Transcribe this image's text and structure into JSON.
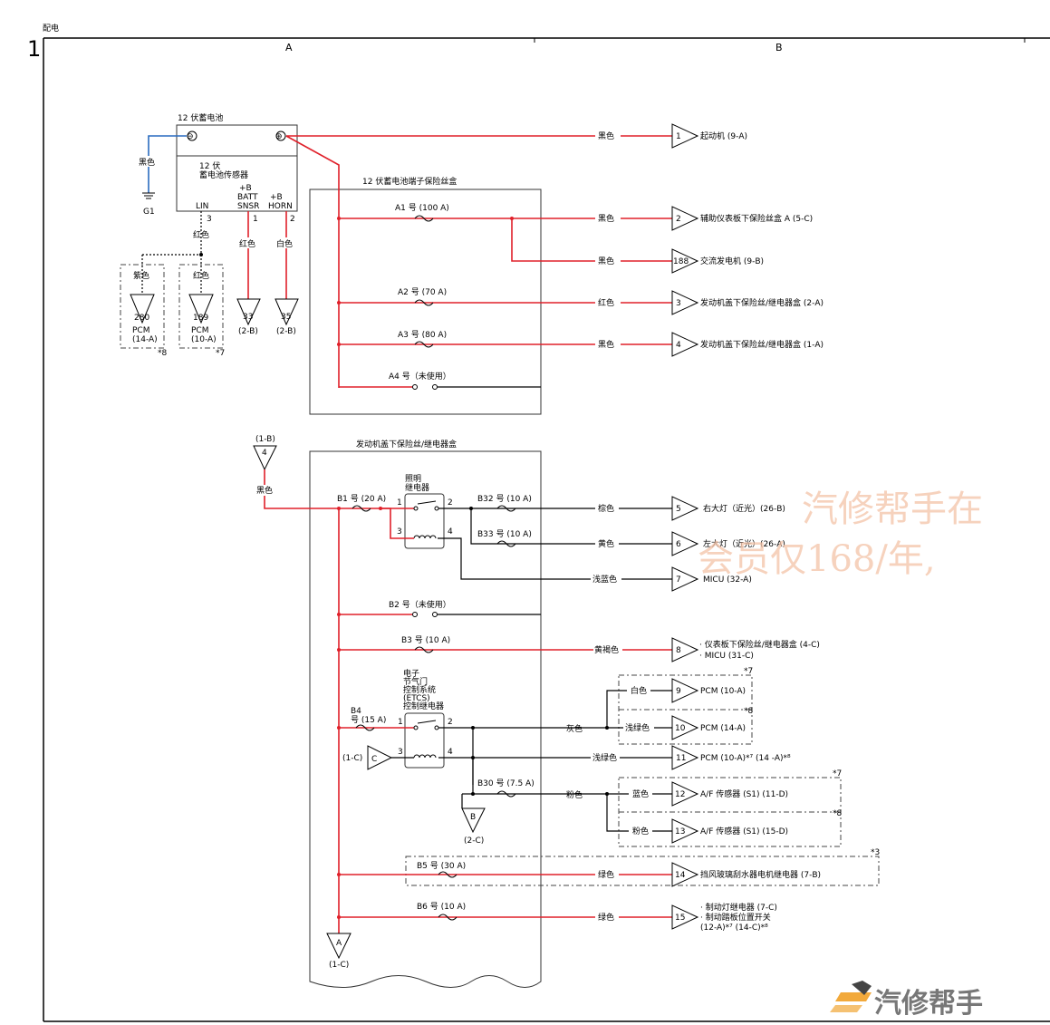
{
  "header": {
    "title": "配电",
    "page_number": "1",
    "col_a": "A",
    "col_b": "B"
  },
  "battery": {
    "title": "12 伏蓄电池",
    "sensor_line1": "12 伏",
    "sensor_line2": "蓄电池传感器",
    "neg": "⊖",
    "pos": "⊕",
    "pin_lin": "LIN",
    "pin_batt_1": "+B",
    "pin_batt_2": "BATT",
    "pin_batt_3": "SNSR",
    "pin_horn_1": "+B",
    "pin_horn_2": "HORN",
    "pin3": "3",
    "pin1": "1",
    "pin2": "2",
    "ground_wire": "黑色",
    "ground": "G1"
  },
  "battery_branches": {
    "lin_wire": "红色",
    "pcm280_wire": "紫色",
    "pcm280_num": "280",
    "pcm280_name": "PCM",
    "pcm280_ref": "(14-A)",
    "pcm280_note": "*8",
    "pcm189_wire": "红色",
    "pcm189_num": "189",
    "pcm189_name": "PCM",
    "pcm189_ref": "(10-A)",
    "pcm189_note": "*7",
    "c33_wire": "红色",
    "c33_num": "33",
    "c33_ref": "(2-B)",
    "c35_wire": "白色",
    "c35_num": "35",
    "c35_ref": "(2-B)"
  },
  "starter": {
    "wire": "黑色",
    "num": "1",
    "label": "起动机 (9-A)"
  },
  "terminal_box": {
    "title": "12 伏蓄电池端子保险丝盒",
    "a1": "A1 号 (100 A)",
    "a2": "A2 号 (70 A)",
    "a3": "A3 号 (80 A)",
    "a4": "A4 号（未使用）",
    "out2_wire": "黑色",
    "out2_num": "2",
    "out2_label": "辅助仪表板下保险丝盒 A (5-C)",
    "out188_wire": "黑色",
    "out188_num": "188",
    "out188_label": "交流发电机 (9-B)",
    "out3_wire": "红色",
    "out3_num": "3",
    "out3_label": "发动机盖下保险丝/继电器盒 (2-A)",
    "out4_wire": "黑色",
    "out4_num": "4",
    "out4_label": "发动机盖下保险丝/继电器盒 (1-A)"
  },
  "underhood_box": {
    "title": "发动机盖下保险丝/继电器盒",
    "in_ref": "(1-B)",
    "in_num": "4",
    "in_wire": "黑色",
    "b1": "B1 号 (20 A)",
    "light_relay_1": "照明",
    "light_relay_2": "继电器",
    "lr_p1": "1",
    "lr_p2": "2",
    "lr_p3": "3",
    "lr_p4": "4",
    "b32": "B32 号 (10 A)",
    "b33": "B33 号 (10 A)",
    "out5_wire": "棕色",
    "out5_num": "5",
    "out5_label": "右大灯（近光）(26-B)",
    "out6_wire": "黄色",
    "out6_num": "6",
    "out6_label": "左大灯（近光）(26-A)",
    "out7_wire": "浅蓝色",
    "out7_num": "7",
    "out7_label": "MICU (32-A)",
    "b2": "B2 号（未使用）",
    "b3": "B3 号 (10 A)",
    "out8_wire": "黄褐色",
    "out8_num": "8",
    "out8_label1": "· 仪表板下保险丝/继电器盒 (4-C)",
    "out8_label2": "· MICU (31-C)",
    "etcs_1": "电子",
    "etcs_2": "节气门",
    "etcs_3": "控制系统",
    "etcs_4": "(ETCS)",
    "etcs_5": "控制继电器",
    "b4_1": "B4",
    "b4_2": "号 (15 A)",
    "er_p1": "1",
    "er_p2": "2",
    "er_p3": "3",
    "er_p4": "4",
    "c_ref": "(1-C)",
    "c_letter": "C",
    "gray_wire": "灰色",
    "out9_wire": "白色",
    "out9_num": "9",
    "out9_label": "PCM (10-A)",
    "out9_note": "*7",
    "out10_wire": "浅绿色",
    "out10_num": "10",
    "out10_label": "PCM (14-A)",
    "out10_note": "*8",
    "out11_wire": "浅绿色",
    "out11_num": "11",
    "out11_label": "PCM (10-A)*⁷ (14 -A)*⁸",
    "b30": "B30 号 (7.5 A)",
    "b_letter": "B",
    "b_ref": "(2-C)",
    "pink_wire": "粉色",
    "out12_wire": "蓝色",
    "out12_num": "12",
    "out12_label": "A/F 传感器 (S1) (11-D)",
    "out12_note": "*7",
    "out13_wire": "粉色",
    "out13_num": "13",
    "out13_label": "A/F 传感器 (S1) (15-D)",
    "out13_note": "*8",
    "b5": "B5 号 (30 A)",
    "b5_note": "*3",
    "out14_wire": "绿色",
    "out14_num": "14",
    "out14_label": "挡风玻璃刮水器电机继电器 (7-B)",
    "b6": "B6 号 (10 A)",
    "out15_wire": "绿色",
    "out15_num": "15",
    "out15_label1": "· 制动灯继电器 (7-C)",
    "out15_label2": "· 制动踏板位置开关",
    "out15_label3": "(12-A)*⁷ (14-C)*⁸",
    "a_letter": "A",
    "a_ref": "(1-C)"
  },
  "watermark": {
    "line1": "汽修帮手在",
    "line2": "会员仅168/年,",
    "logo": "汽修帮手"
  },
  "colors": {
    "red_wire": "#e0202a",
    "blue_wire": "#2a6cc0",
    "black_wire": "#000000"
  }
}
